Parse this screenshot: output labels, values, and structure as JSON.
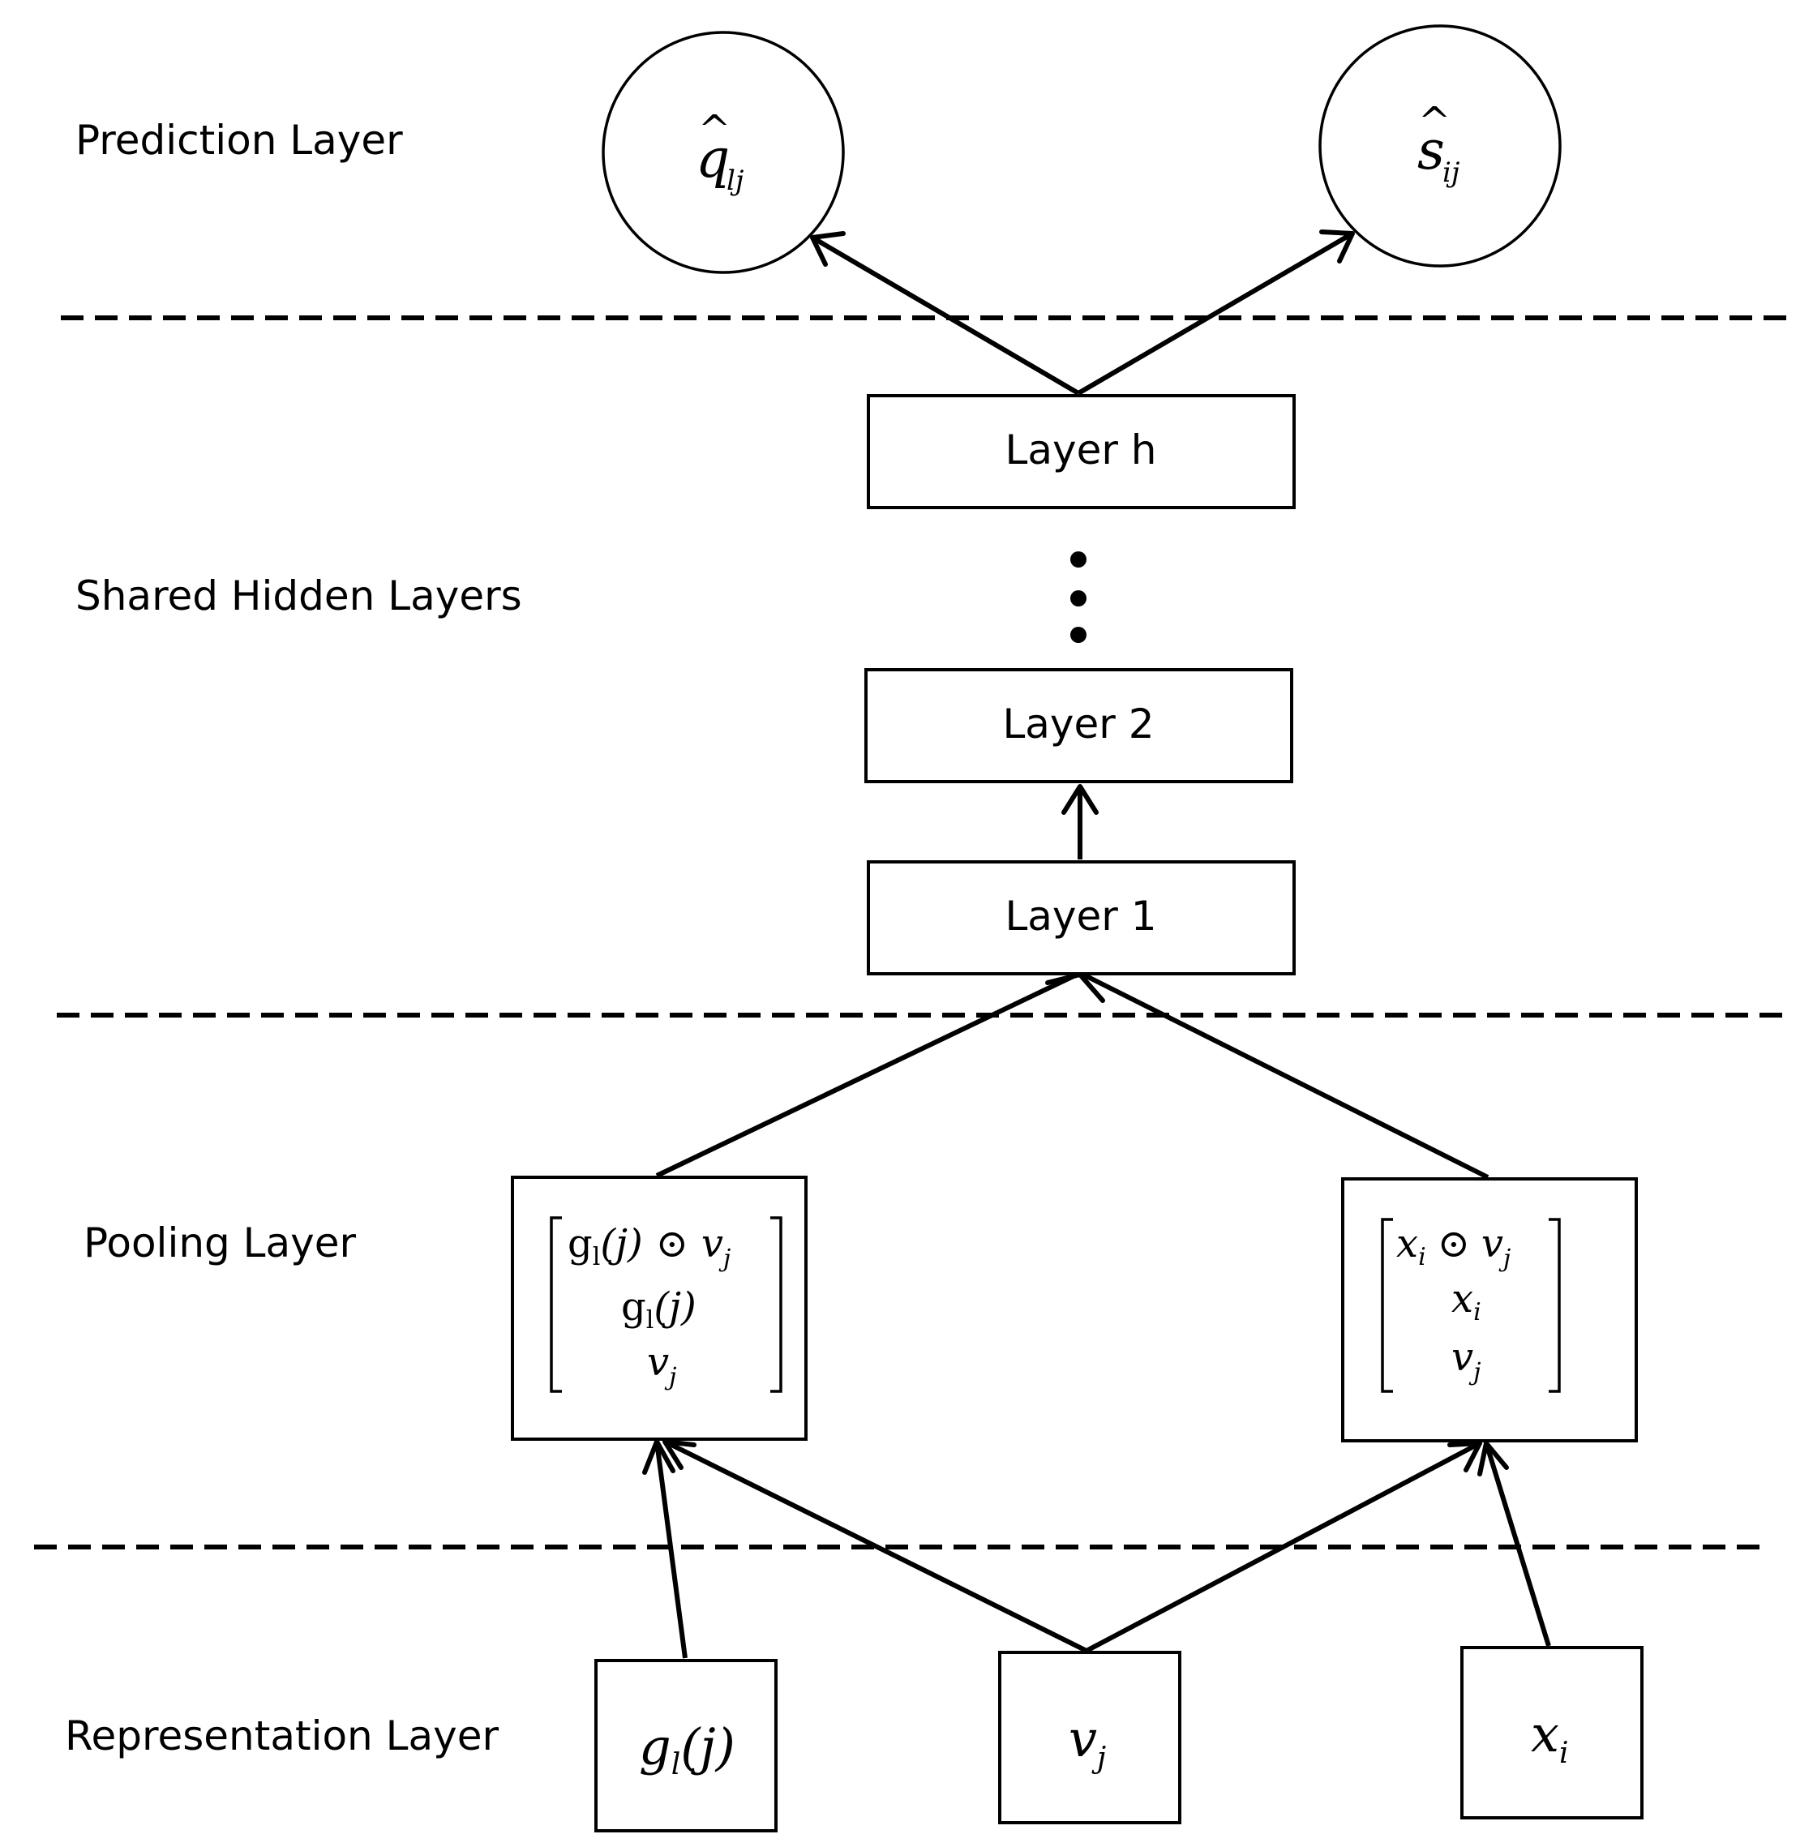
{
  "layers": {
    "prediction": "Prediction Layer",
    "shared": "Shared Hidden Layers",
    "pooling": "Pooling Layer",
    "representation": "Representation Layer"
  },
  "hidden": {
    "layer_h": "Layer h",
    "layer_2": "Layer 2",
    "layer_1": "Layer 1"
  },
  "outputs": {
    "left": {
      "base": "q",
      "hat": "^",
      "sub": "lj"
    },
    "right": {
      "base": "s",
      "hat": "^",
      "sub": "ij"
    }
  },
  "pooling": {
    "left": {
      "row1": {
        "g": "g",
        "gsub": "l",
        "arg": "(j)",
        "op": "⊙",
        "v": "v",
        "vsub": "j"
      },
      "row2": {
        "g": "g",
        "gsub": "l",
        "arg": "(j)"
      },
      "row3": {
        "v": "v",
        "vsub": "j"
      }
    },
    "right": {
      "row1": {
        "x": "x",
        "xsub": "i",
        "op": "⊙",
        "v": "v",
        "vsub": "j"
      },
      "row2": {
        "x": "x",
        "xsub": "i"
      },
      "row3": {
        "v": "v",
        "vsub": "j"
      }
    }
  },
  "inputs": {
    "g": {
      "base": "g",
      "sub": "l",
      "arg": "(j)"
    },
    "v": {
      "base": "v",
      "sub": "j"
    },
    "x": {
      "base": "x",
      "sub": "i"
    }
  }
}
